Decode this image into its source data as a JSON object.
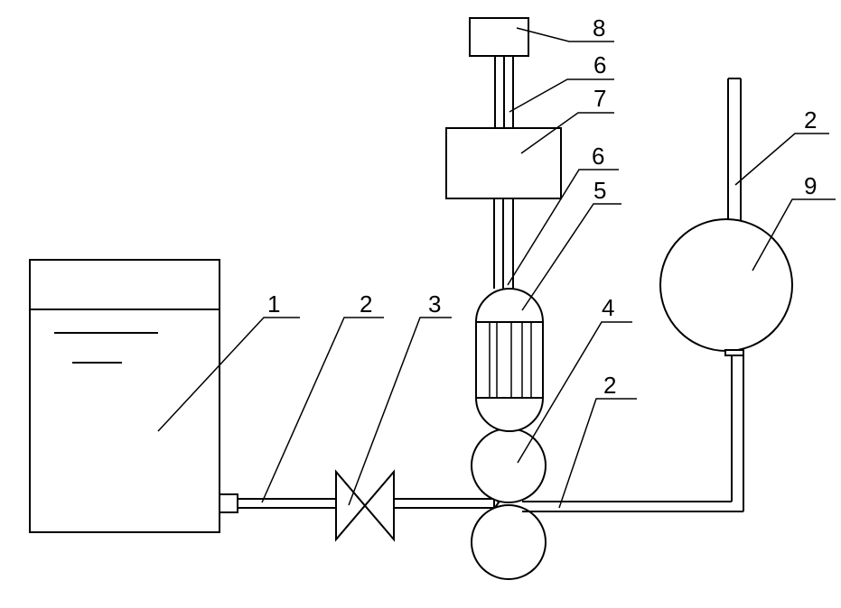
{
  "labels": {
    "n1": "1",
    "n2_inlet": "2",
    "n3": "3",
    "n4": "4",
    "n2_outlet": "2",
    "n5": "5",
    "n6_lower": "6",
    "n7": "7",
    "n6_upper": "6",
    "n8": "8",
    "n9": "9",
    "n2_vent": "2"
  },
  "colors": {
    "line": "#000000",
    "background": "#ffffff"
  }
}
